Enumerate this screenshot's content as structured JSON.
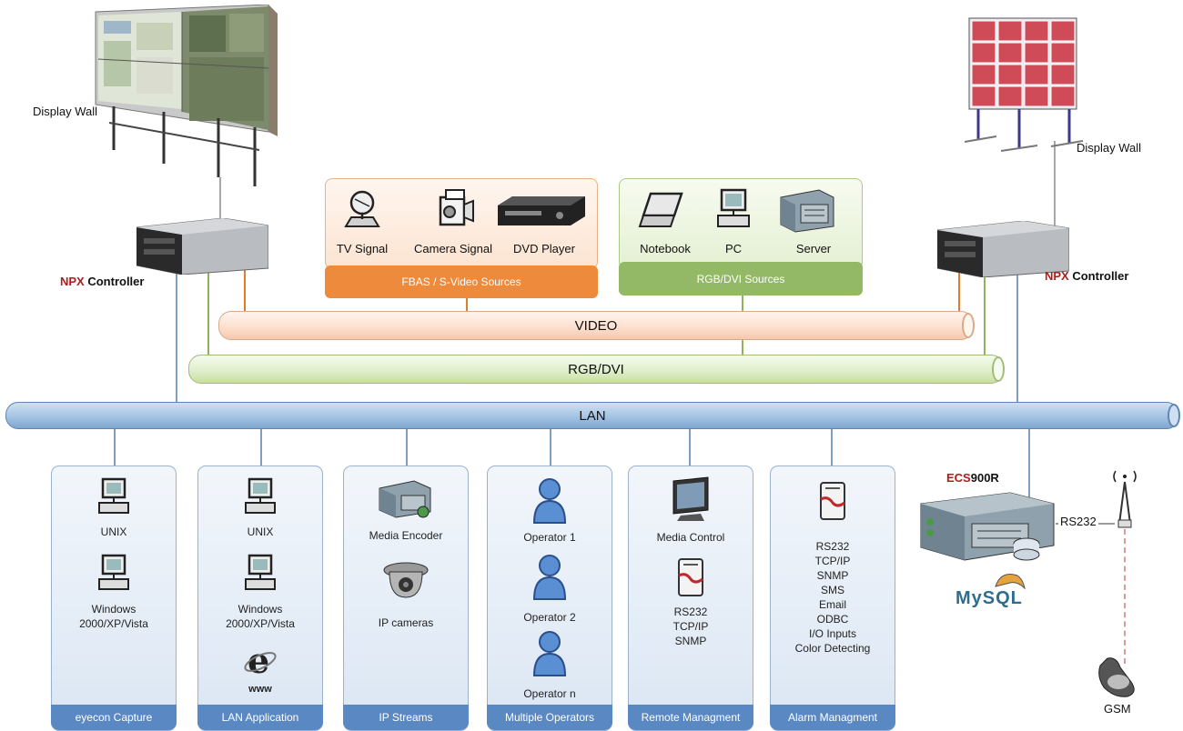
{
  "display_wall_left": "Display Wall",
  "display_wall_right": "Display Wall",
  "controller_left": {
    "brand": "NPX",
    "label": " Controller"
  },
  "controller_right": {
    "brand": "NPX",
    "label": " Controller"
  },
  "fbas_sources": {
    "items": [
      "TV Signal",
      "Camera Signal",
      "DVD Player"
    ],
    "bar": "FBAS / S-Video Sources"
  },
  "rgb_sources": {
    "items": [
      "Notebook",
      "PC",
      "Server"
    ],
    "bar": "RGB/DVI Sources"
  },
  "buses": {
    "video": "VIDEO",
    "rgb": "RGB/DVI",
    "lan": "LAN"
  },
  "panels": [
    {
      "footer": "eyecon Capture",
      "lines": [
        "UNIX",
        "Windows",
        "2000/XP/Vista"
      ]
    },
    {
      "footer": "LAN Application",
      "lines": [
        "UNIX",
        "Windows",
        "2000/XP/Vista",
        "www"
      ]
    },
    {
      "footer": "IP Streams",
      "lines": [
        "Media Encoder",
        "IP cameras"
      ]
    },
    {
      "footer": "Multiple Operators",
      "lines": [
        "Operator 1",
        "Operator 2",
        "Operator n"
      ]
    },
    {
      "footer": "Remote Managment",
      "lines": [
        "Media Control",
        "RS232",
        "TCP/IP",
        "SNMP"
      ]
    },
    {
      "footer": "Alarm Managment",
      "lines": [
        "RS232",
        "TCP/IP",
        "SNMP",
        "SMS",
        "Email",
        "ODBC",
        "I/O Inputs",
        "Color Detecting"
      ]
    }
  ],
  "ecs": {
    "brand": "ECS",
    "model": "900R",
    "rs232": "RS232",
    "db_logo": "MySQL",
    "gsm": "GSM"
  },
  "colors": {
    "lan": "#5a88c3",
    "video": "#ee8a3c",
    "rgb": "#93b866",
    "brand_red": "#b01c1c"
  }
}
